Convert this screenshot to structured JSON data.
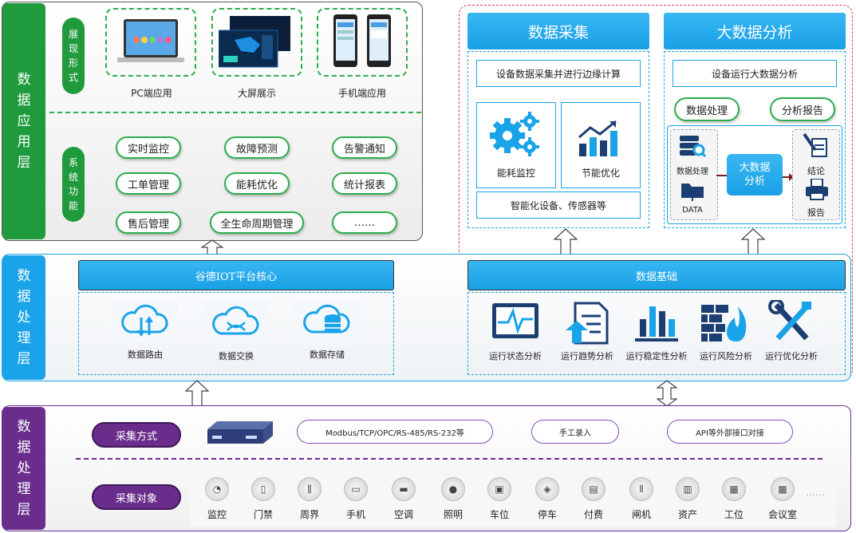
{
  "layers": {
    "app": "数\n据\n应\n用\n层",
    "process": "数\n据\n处\n理\n层",
    "collect": "数\n据\n处\n理\n层"
  },
  "display": {
    "tag": "展\n现\n形\n式",
    "items": [
      "PC端应用",
      "大屏展示",
      "手机端应用"
    ]
  },
  "functions": {
    "tag": "系\n统\n功\n能",
    "items": [
      "实时监控",
      "故障预测",
      "告警通知",
      "工单管理",
      "能耗优化",
      "统计报表",
      "售后管理",
      "全生命周期管理",
      "……"
    ]
  },
  "collection": {
    "title": "数据采集",
    "sub": "设备数据采集并进行边缘计算",
    "energy": "能耗监控",
    "saving": "节能优化",
    "devices": "智能化设备、传感器等"
  },
  "bigdata": {
    "title": "大数据分析",
    "sub": "设备运行大数据分析",
    "proc": "数据处理",
    "report": "分析报告",
    "data_proc": "数据处理",
    "data": "DATA",
    "center": "大数据\n分析",
    "conclusion": "结论",
    "report2": "报告"
  },
  "iot": {
    "title": "谷德IOT平台核心",
    "items": [
      "数据路由",
      "数据交换",
      "数据存储"
    ]
  },
  "foundation": {
    "title": "数据基础",
    "items": [
      "运行状态分析",
      "运行趋势分析",
      "运行稳定性分析",
      "运行风险分析",
      "运行优化分析"
    ]
  },
  "acquire": {
    "method": "采集方式",
    "protocols": "Modbus/TCP/OPC/RS-485/RS-232等",
    "manual": "手工录入",
    "api": "API等外部接口对接",
    "object": "采集对象",
    "objects": [
      "监控",
      "门禁",
      "周界",
      "手机",
      "空调",
      "照明",
      "车位",
      "停车",
      "付费",
      "闸机",
      "资产",
      "工位",
      "会议室"
    ],
    "more": "……"
  },
  "colors": {
    "green": "#1f9a3c",
    "blue": "#1aa3e8",
    "purple": "#6a2d8c",
    "red": "#e23b3b"
  }
}
